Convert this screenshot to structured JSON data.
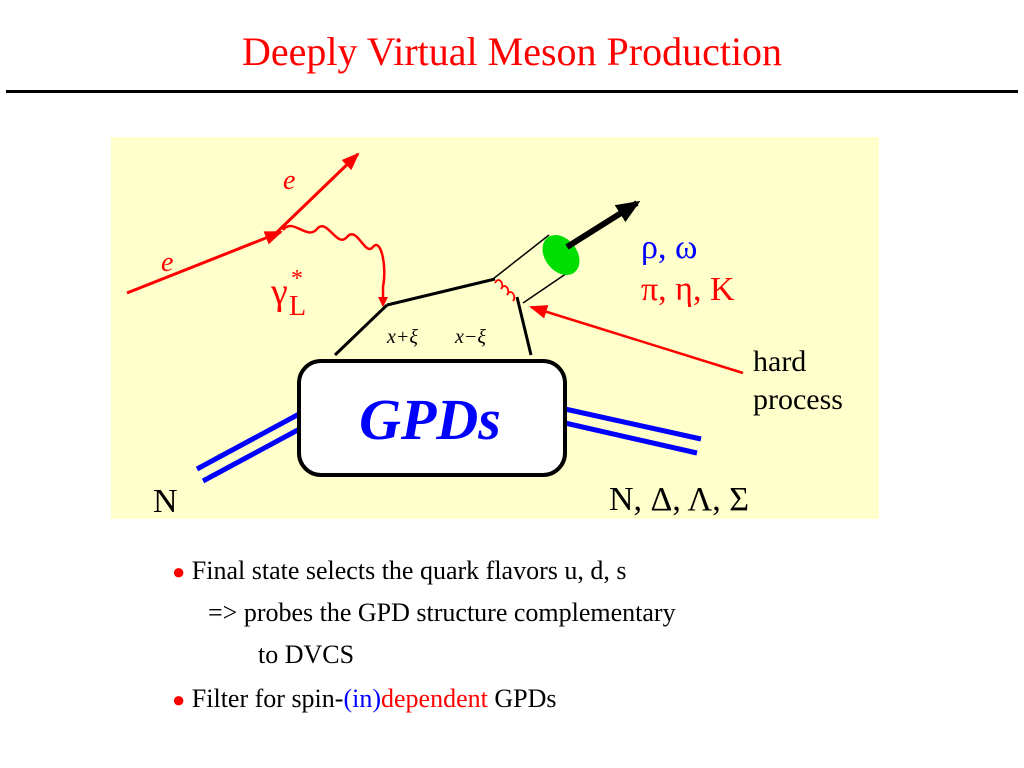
{
  "slide": {
    "title": "Deeply Virtual Meson Production"
  },
  "diagram": {
    "e_in": "e",
    "e_out": "e",
    "gamma": "γ",
    "gamma_sup": "*",
    "gamma_sub": "L",
    "x_plus": "x+ξ",
    "x_minus": "x−ξ",
    "mesons_1": "ρ, ω",
    "mesons_2": "π, η, K",
    "hard_1": "hard",
    "hard_2": "process",
    "gpds": "GPDs",
    "nucleon_in": "N",
    "baryons_out": "N, Δ, Λ, Σ"
  },
  "bullets": {
    "b1_dot": "●",
    "b1_line1": "Final state selects the quark flavors u, d, s",
    "b1_line2": "=> probes the GPD structure complementary",
    "b1_line3": "to DVCS",
    "b2_dot": "●",
    "b2_pre": "Filter for spin-",
    "b2_in": "(in)",
    "b2_dep": "dependent",
    "b2_post": " GPDs"
  },
  "colors": {
    "title": "#ff0000",
    "panel_bg": "#ffffcc",
    "electron": "#ff0000",
    "nucleon": "#0000ff",
    "meson_blob": "#00dd00"
  }
}
